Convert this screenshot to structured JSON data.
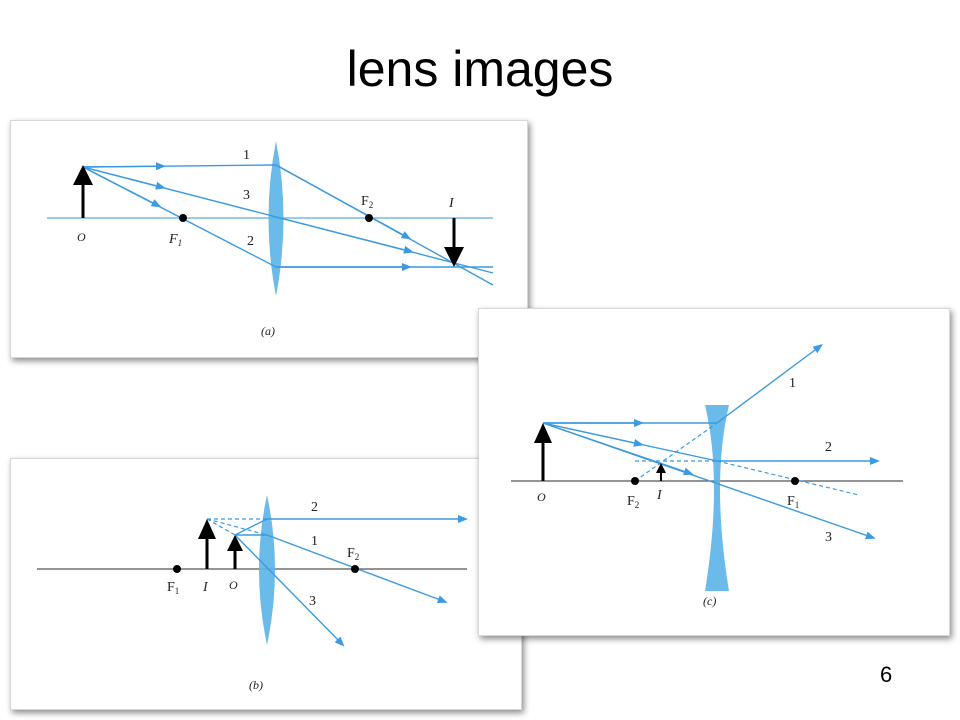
{
  "slide": {
    "title": "lens images",
    "page_number": "6"
  },
  "colors": {
    "ray": "#3c9ae0",
    "lens": "#5ab3e8",
    "axis_a": "#7bb8e6",
    "axis": "#555555",
    "object": "#000000"
  },
  "diagram_a": {
    "caption": "(a)",
    "lens_type": "converging",
    "labels": {
      "object": "O",
      "image": "I",
      "focal_1": "F",
      "focal_1_sub": "1",
      "focal_2": "F",
      "focal_2_sub": "2"
    },
    "rays": [
      "1",
      "3",
      "2"
    ]
  },
  "diagram_b": {
    "caption": "(b)",
    "lens_type": "converging",
    "labels": {
      "focal_1": "F",
      "focal_1_sub": "1",
      "image": "I",
      "object": "O",
      "focal_2": "F",
      "focal_2_sub": "2"
    },
    "rays": [
      "2",
      "1",
      "3"
    ]
  },
  "diagram_c": {
    "caption": "(c)",
    "lens_type": "diverging",
    "labels": {
      "object": "O",
      "focal_2": "F",
      "focal_2_sub": "2",
      "image": "I",
      "focal_1": "F",
      "focal_1_sub": "1"
    },
    "rays": [
      "1",
      "2",
      "3"
    ]
  }
}
